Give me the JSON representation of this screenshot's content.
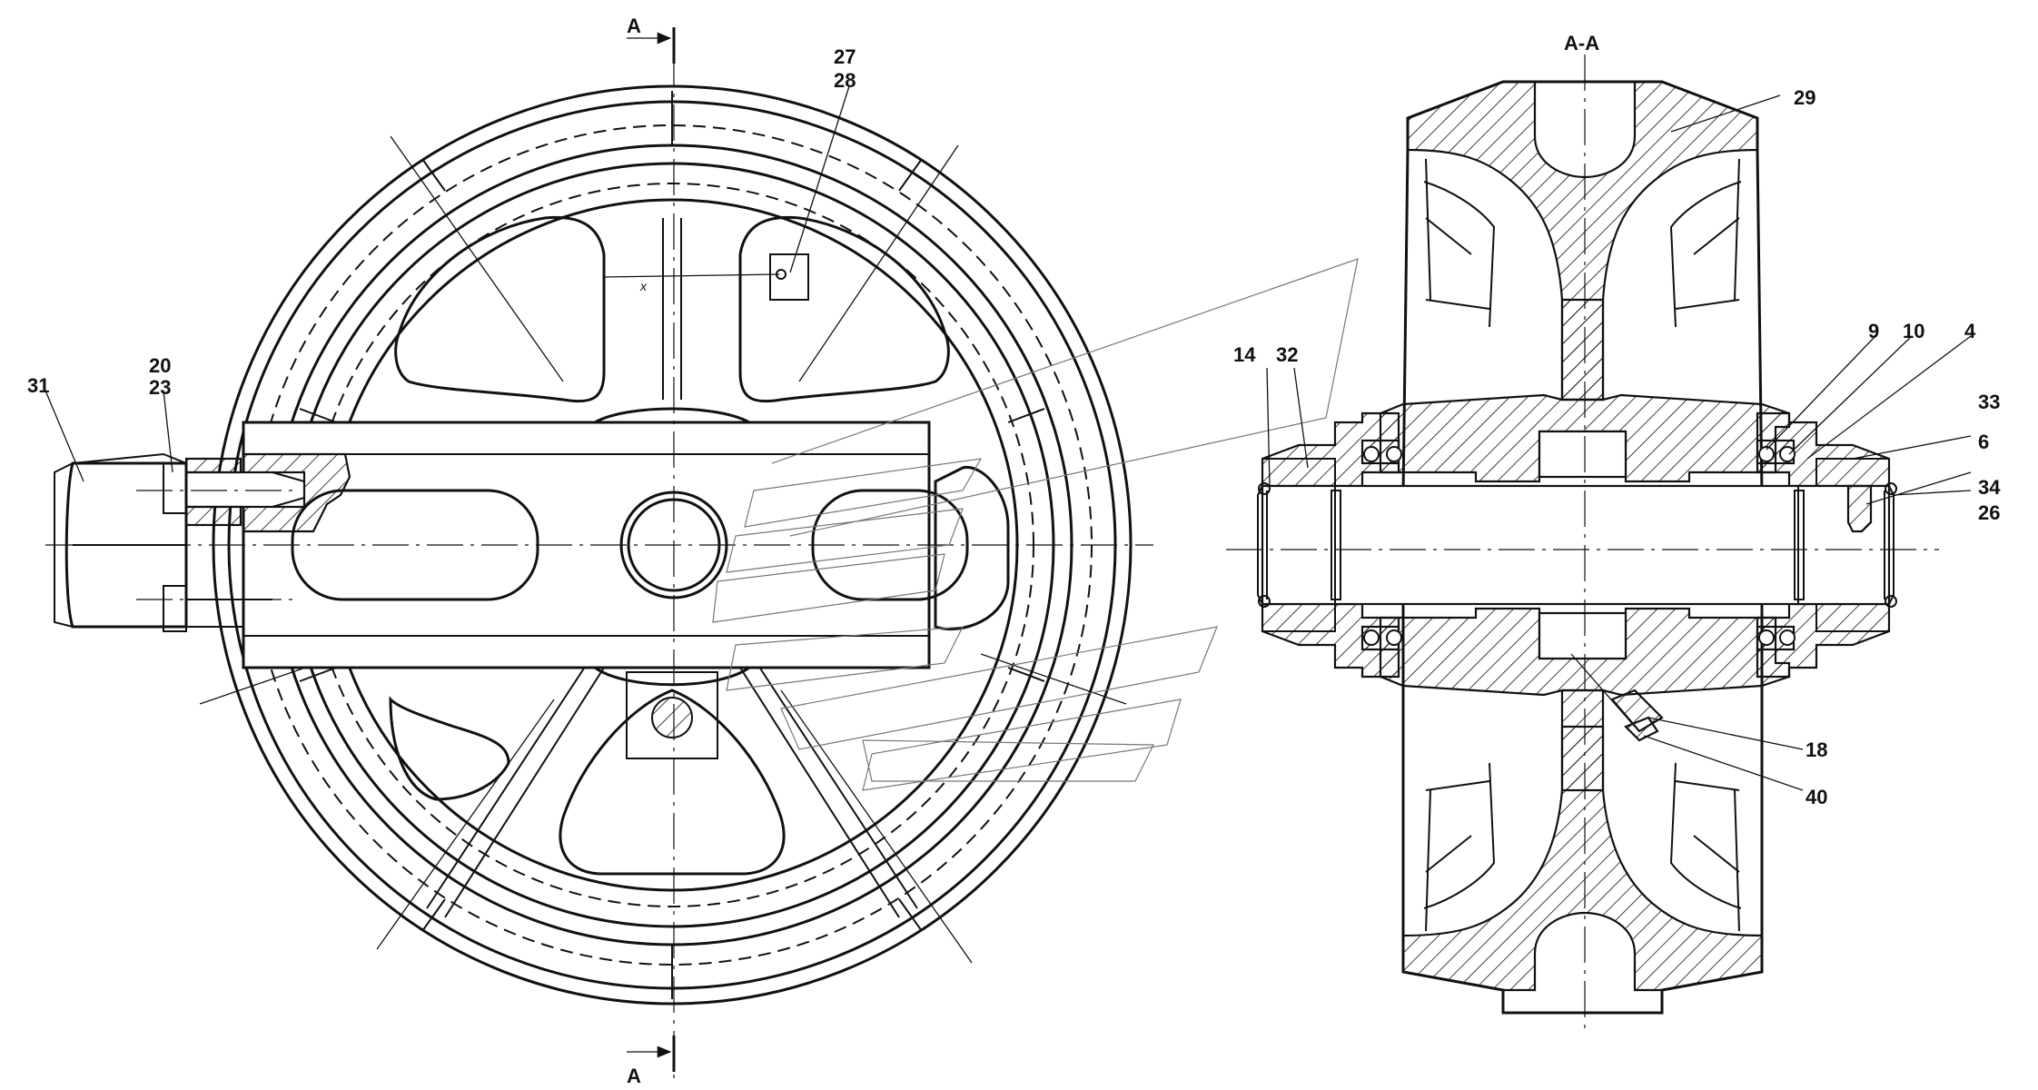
{
  "section_marks": {
    "top": "A",
    "bottom": "A",
    "section_title": "A-A"
  },
  "dimension_mark": "x",
  "callouts": {
    "c31": "31",
    "c20": "20",
    "c23": "23",
    "c27": "27",
    "c28": "28",
    "c14": "14",
    "c32": "32",
    "c29": "29",
    "c9": "9",
    "c10": "10",
    "c4": "4",
    "c33": "33",
    "c6": "6",
    "c34": "34",
    "c26": "26",
    "c18": "18",
    "c40": "40"
  }
}
